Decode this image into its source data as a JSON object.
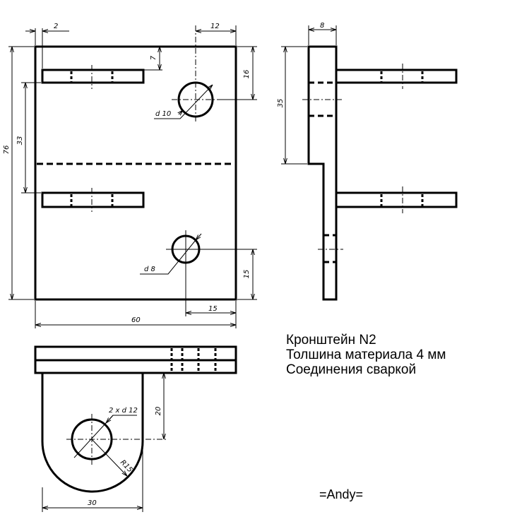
{
  "title_block": {
    "title": "Кронштейн N2",
    "thickness": "Толшина материала 4 мм",
    "joining": "Соединения сваркой"
  },
  "author": "=Andy=",
  "dimensions": {
    "front": {
      "edge_offset": "2",
      "hole_offset_x": "12",
      "slot_offset_y": "7",
      "hole_offset_y": "16",
      "hole1_diameter": "d 10",
      "height": "76",
      "slot_spacing": "33",
      "hole2_diameter": "d 8",
      "hole2_offset_y": "15",
      "hole2_offset_x": "15",
      "width": "60"
    },
    "side": {
      "thickness": "8",
      "length": "35"
    },
    "top": {
      "holes": "2 x d 12",
      "offset": "20",
      "radius": "R15",
      "width": "30"
    }
  },
  "colors": {
    "line": "#000000",
    "background": "#ffffff"
  }
}
